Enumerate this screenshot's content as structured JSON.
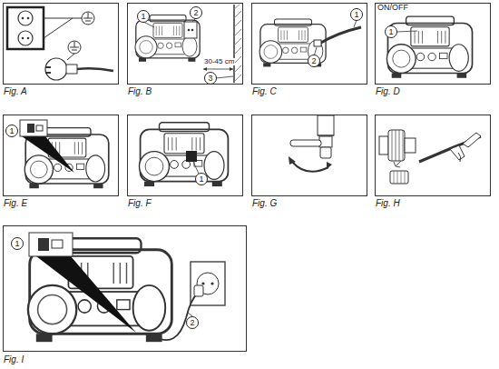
{
  "diagram": {
    "labels": [
      "Fig. A",
      "1",
      "2",
      "30-45 cm",
      "3",
      "Fig. B",
      "1",
      "2",
      "Fig. C",
      "ON/OFF",
      "1",
      "Fig. D",
      "1",
      "Fig. E",
      "1",
      "Fig. F",
      "Fig. G",
      "Fig. H",
      "1",
      "2",
      "Fig. I"
    ]
  }
}
